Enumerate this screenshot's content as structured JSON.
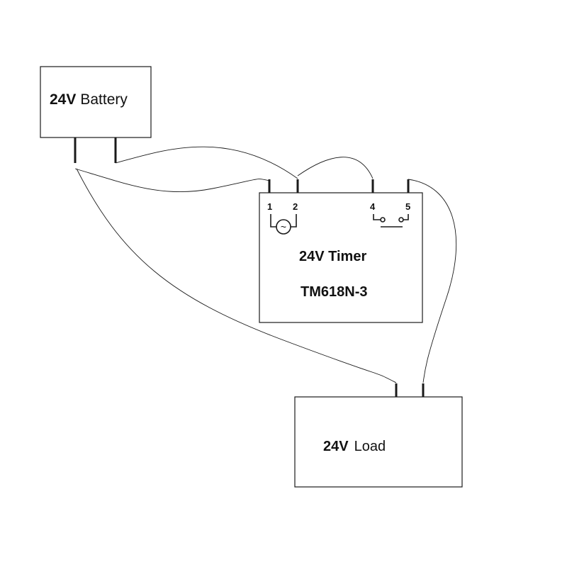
{
  "battery": {
    "voltage": "24V",
    "name": "Battery"
  },
  "timer": {
    "title": "24V Timer",
    "model": "TM618N-3",
    "pins": [
      "1",
      "2",
      "4",
      "5"
    ],
    "coil_symbol": "~"
  },
  "load": {
    "voltage": "24V",
    "name": "Load"
  }
}
